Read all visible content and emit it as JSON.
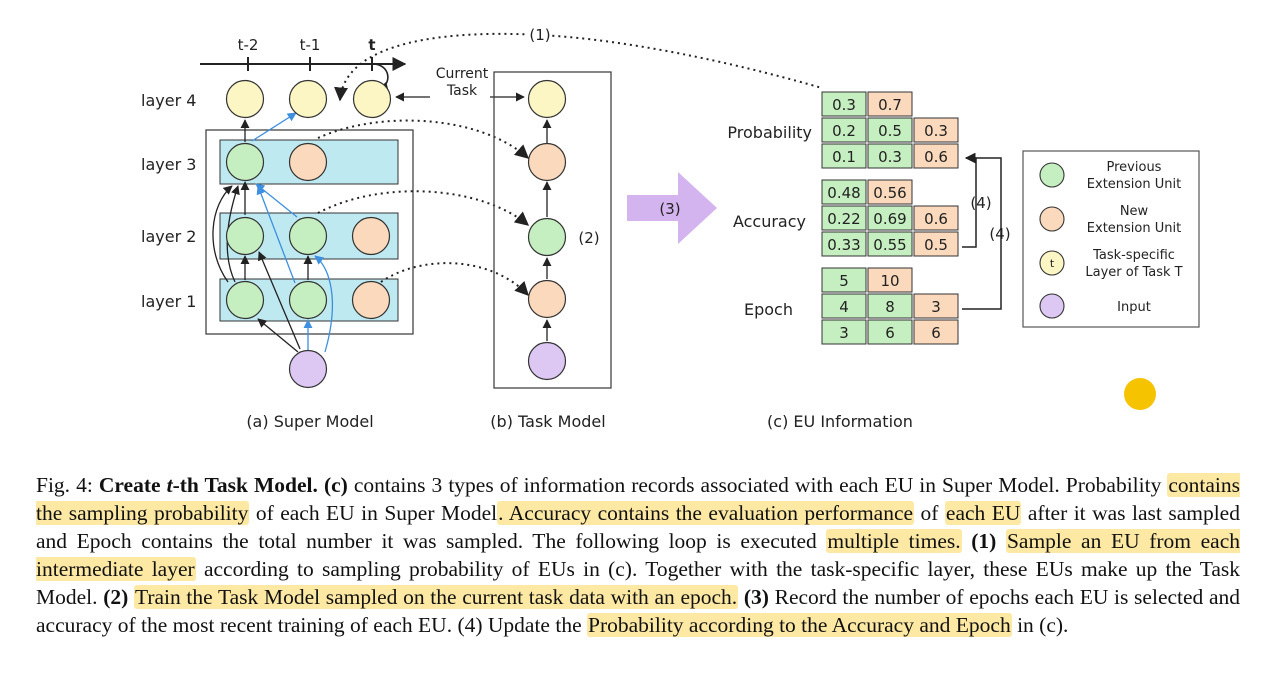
{
  "figure": {
    "timeline_labels": [
      "t-2",
      "t-1",
      "t"
    ],
    "layer_labels": [
      "layer 4",
      "layer 3",
      "layer 2",
      "layer 1"
    ],
    "current_task_label": [
      "Current",
      "Task"
    ],
    "step_labels": {
      "one": "(1)",
      "two": "(2)",
      "three": "(3)",
      "four_a": "(4)",
      "four_b": "(4)"
    },
    "panel_captions": [
      "(a) Super Model",
      "(b) Task Model",
      "(c) EU Information"
    ],
    "eu_info": {
      "probability_label": "Probability",
      "accuracy_label": "Accuracy",
      "epoch_label": "Epoch",
      "probability": [
        [
          "0.3",
          "0.7"
        ],
        [
          "0.2",
          "0.5",
          "0.3"
        ],
        [
          "0.1",
          "0.3",
          "0.6"
        ]
      ],
      "accuracy": [
        [
          "0.48",
          "0.56"
        ],
        [
          "0.22",
          "0.69",
          "0.6"
        ],
        [
          "0.33",
          "0.55",
          "0.5"
        ]
      ],
      "epoch": [
        [
          "5",
          "10"
        ],
        [
          "4",
          "8",
          "3"
        ],
        [
          "3",
          "6",
          "6"
        ]
      ]
    },
    "legend": [
      {
        "lines": [
          "Previous",
          "Extension Unit"
        ],
        "kind": "previous"
      },
      {
        "lines": [
          "New",
          "Extension Unit"
        ],
        "kind": "new"
      },
      {
        "lines": [
          "Task-specific",
          "Layer of Task T"
        ],
        "kind": "task",
        "glyph": "t"
      },
      {
        "lines": [
          "Input"
        ],
        "kind": "input"
      }
    ],
    "colors": {
      "previous": "#c6efc1",
      "new": "#fbd9bd",
      "task": "#fbf6c4",
      "input": "#dcc8f3",
      "box_fill": "#bfe9f0",
      "arrow_big": "#d4b4ee",
      "blue_arrow": "#3d8fe0",
      "yellow_dot": "#f6c300",
      "highlight": "#fde9a3"
    }
  },
  "caption": {
    "fig_no": "Fig. 4:",
    "title_a": "Create",
    "title_t": "t",
    "title_b": "-th Task Model.",
    "s1": "(c)",
    "s2": " contains 3 types of information records associated with each EU in Super Model. Probability ",
    "h1": "contains the sampling probability",
    "s3": " of each EU in Super Model",
    "h2": ". Accuracy contains the evaluation performance",
    "s4": " of ",
    "h3": "each EU",
    "s5": " after it was last sampled and Epoch contains the total number it was sampled. The following loop is executed ",
    "h4": "multiple times.",
    "s6": " ",
    "b1": "(1)",
    "s7": " ",
    "h5": "Sample an EU from each intermediate layer",
    "s8": " according to sampling probability of EUs in (c). Together with the task-specific layer, these EUs make up the Task Model. ",
    "b2": "(2)",
    "s9": " ",
    "h6": "Train the Task Model sampled on the current task data with an epoch.",
    "s10": " ",
    "b3": "(3)",
    "s11": " Record the number of epochs each EU is selected and accuracy of the most recent training of each EU. (4) Update the ",
    "h7": "Probability according to the Accuracy and Epoch",
    "s12": " in (c)."
  }
}
